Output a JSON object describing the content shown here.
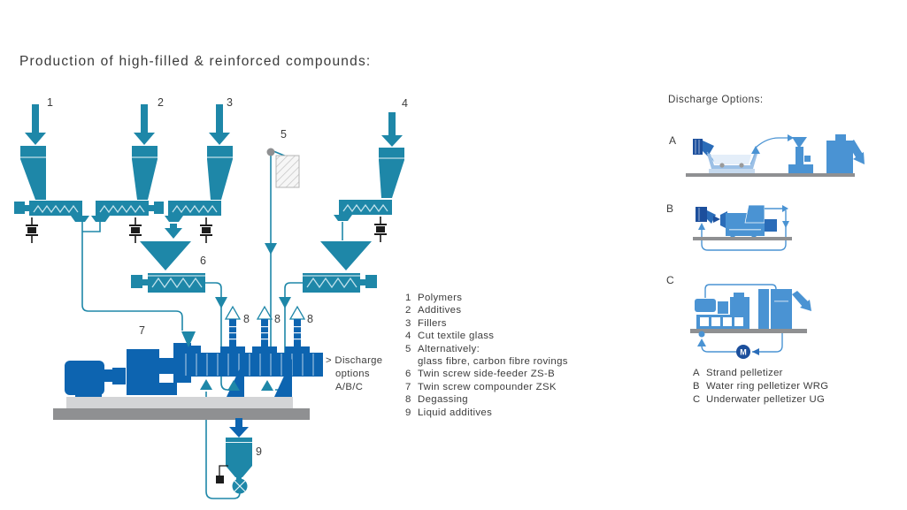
{
  "title": "Production of high-filled & reinforced compounds:",
  "diagram_labels": {
    "n1": "1",
    "n2": "2",
    "n3": "3",
    "n4": "4",
    "n5": "5",
    "n6": "6",
    "n7": "7",
    "n8": "8",
    "n9": "9"
  },
  "legend": {
    "items": [
      {
        "num": "1",
        "text": "Polymers"
      },
      {
        "num": "2",
        "text": "Additives"
      },
      {
        "num": "3",
        "text": "Fillers"
      },
      {
        "num": "4",
        "text": "Cut textile glass"
      },
      {
        "num": "5",
        "text": "Alternatively:"
      },
      {
        "num": "",
        "text": "glass fibre, carbon fibre rovings"
      },
      {
        "num": "6",
        "text": "Twin screw side-feeder ZS-B"
      },
      {
        "num": "7",
        "text": "Twin screw compounder ZSK"
      },
      {
        "num": "8",
        "text": "Degassing"
      },
      {
        "num": "9",
        "text": "Liquid additives"
      }
    ]
  },
  "discharge_note": {
    "line1": "> Discharge",
    "line2": "options",
    "line3": "A/B/C"
  },
  "discharge_panel": {
    "header": "Discharge Options:",
    "option_a": "A",
    "option_b": "B",
    "option_c": "C",
    "pump_label": "M",
    "legend": [
      {
        "key": "A",
        "label": "Strand pelletizer"
      },
      {
        "key": "B",
        "label": "Water ring pelletizer WRG"
      },
      {
        "key": "C",
        "label": "Underwater pelletizer UG"
      }
    ]
  },
  "colors": {
    "teal": "#1e87a8",
    "dark_blue": "#0d64b0",
    "navy": "#1c4f9c",
    "medium_blue": "#4a93d3",
    "light_blue": "#d9e8f6",
    "base_gray": "#d3d4d6",
    "ground_gray": "#8f9092",
    "text_gray": "#3c3c3c",
    "black": "#1c1c1c"
  }
}
